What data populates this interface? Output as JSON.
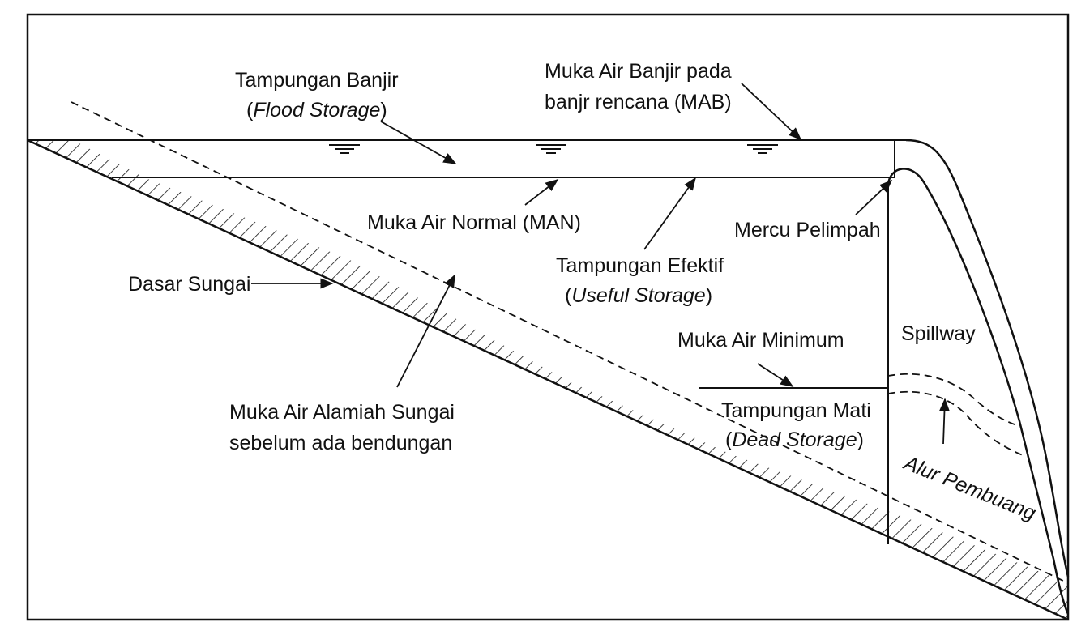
{
  "diagram": {
    "labels": {
      "flood_storage_line1": "Tampungan Banjir",
      "flood_storage_paren_open": "(",
      "flood_storage_en": "Flood Storage",
      "flood_storage_paren_close": ")",
      "mab_line1": "Muka Air Banjir pada",
      "mab_line2": "banjr rencana (MAB)",
      "man": "Muka Air Normal (MAN)",
      "mercu": "Mercu Pelimpah",
      "dasar_sungai": "Dasar Sungai",
      "useful_line1": "Tampungan Efektif",
      "useful_paren_open": "(",
      "useful_en": "Useful Storage",
      "useful_paren_close": ")",
      "spillway": "Spillway",
      "mam": "Muka Air Minimum",
      "natural_line1": "Muka Air Alamiah Sungai",
      "natural_line2": "sebelum ada bendungan",
      "dead_line1": "Tampungan Mati",
      "dead_paren_open": "(",
      "dead_en": "Dead Storage",
      "dead_paren_close": ")",
      "alur": "Alur Pembuang"
    }
  }
}
